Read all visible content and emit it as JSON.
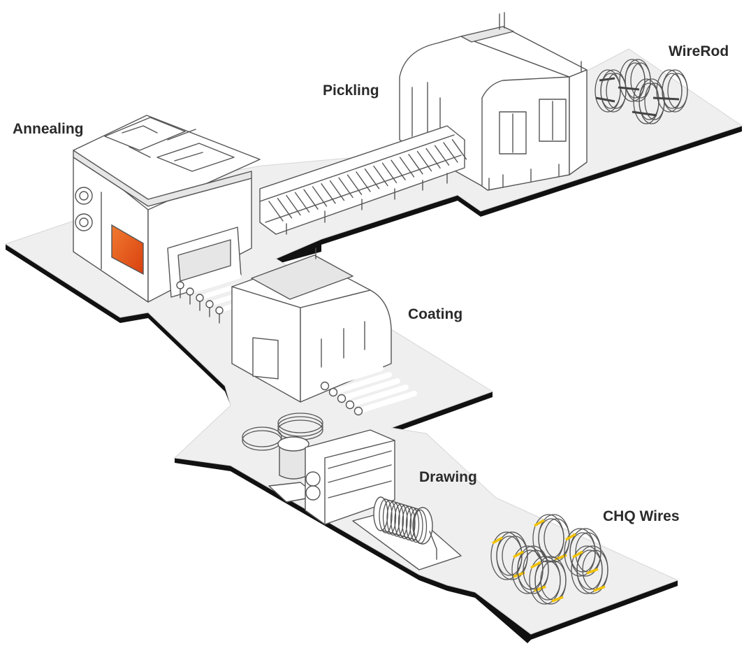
{
  "stages": {
    "wirerod": "WireRod",
    "pickling": "Pickling",
    "annealing": "Annealing",
    "coating": "Coating",
    "drawing": "Drawing",
    "chq_wires": "CHQ Wires"
  },
  "colors": {
    "floor": "#efefef",
    "floor_edge": "#111111",
    "outline": "#555555",
    "furnace_glow": "#e8501a",
    "coil_band_chq": "#f2c200",
    "coil_band_wirerod": "#444444"
  }
}
